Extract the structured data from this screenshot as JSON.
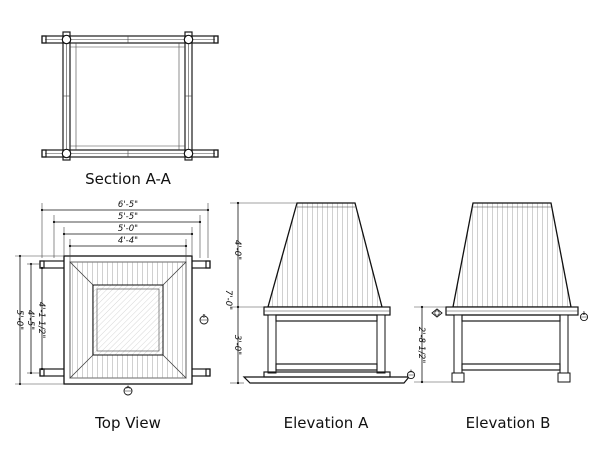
{
  "labels": {
    "section": "Section A-A",
    "top_view": "Top View",
    "elevation_a": "Elevation A",
    "elevation_b": "Elevation B"
  },
  "dimensions": {
    "top_w1": "6'-5\"",
    "top_w2": "5'-5\"",
    "top_w3": "5'-0\"",
    "top_w4": "4'-4\"",
    "top_h1": "5'-0\"",
    "top_h2": "4'-5\"",
    "top_h3": "4'-1 1/2\"",
    "elev_total": "7'-0\"",
    "elev_upper": "4'-0\"",
    "elev_lower": "3'-0\"",
    "elevb_height": "2'-8 1/2\""
  },
  "markers": {
    "top_a": "A",
    "top_b": "B",
    "elev_a": "A",
    "elev_b": "B"
  }
}
